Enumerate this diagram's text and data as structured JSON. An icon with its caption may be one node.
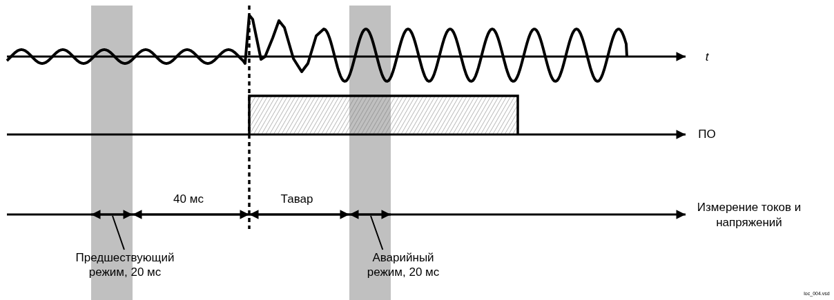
{
  "diagram": {
    "nodes": [
      {
        "text": [
          "Предшествующий режим, 20 мс"
        ]
      },
      {
        "text": [
          "Аварийный режим, 20 мс"
        ]
      }
    ],
    "edges": [
      {
        "from": 0,
        "to": null,
        "arrow": "none"
      },
      {
        "from": 1,
        "to": null,
        "arrow": "none"
      }
    ],
    "labels": [
      "t",
      "ПО",
      "40 мс",
      "Тавар",
      "Измерение токов и напряжений",
      "loc_004.vsd"
    ]
  }
}
